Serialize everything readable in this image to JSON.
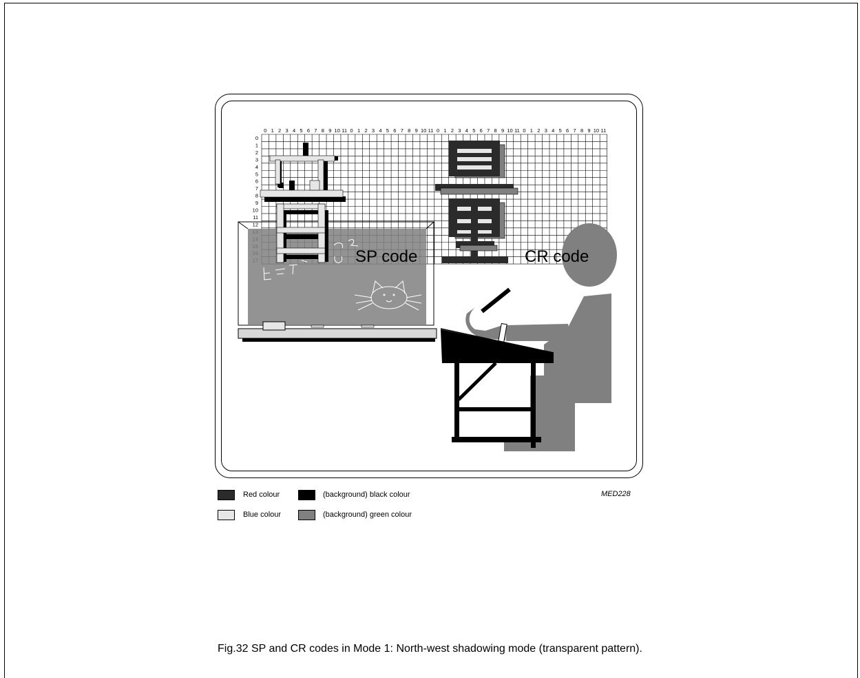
{
  "diagram": {
    "column_ticks": [
      "0",
      "1",
      "2",
      "3",
      "4",
      "5",
      "6",
      "7",
      "8",
      "9",
      "10",
      "11"
    ],
    "row_ticks": [
      "0",
      "1",
      "2",
      "3",
      "4",
      "5",
      "6",
      "7",
      "8",
      "9",
      "10",
      "11",
      "12",
      "13",
      "14",
      "15",
      "16",
      "17"
    ],
    "labels": {
      "sp_code": "SP code",
      "cr_code": "CR code"
    }
  },
  "legend": [
    {
      "label": "Red colour",
      "color": "#2b2b2b"
    },
    {
      "label": "(background) black colour",
      "color": "#000000"
    },
    {
      "label": "Blue colour",
      "color": "#e6e6e6"
    },
    {
      "label": "(background) green colour",
      "color": "#808080"
    }
  ],
  "reference": "MED228",
  "caption": "Fig.32  SP and CR codes in Mode 1: North-west shadowing mode (transparent pattern)."
}
